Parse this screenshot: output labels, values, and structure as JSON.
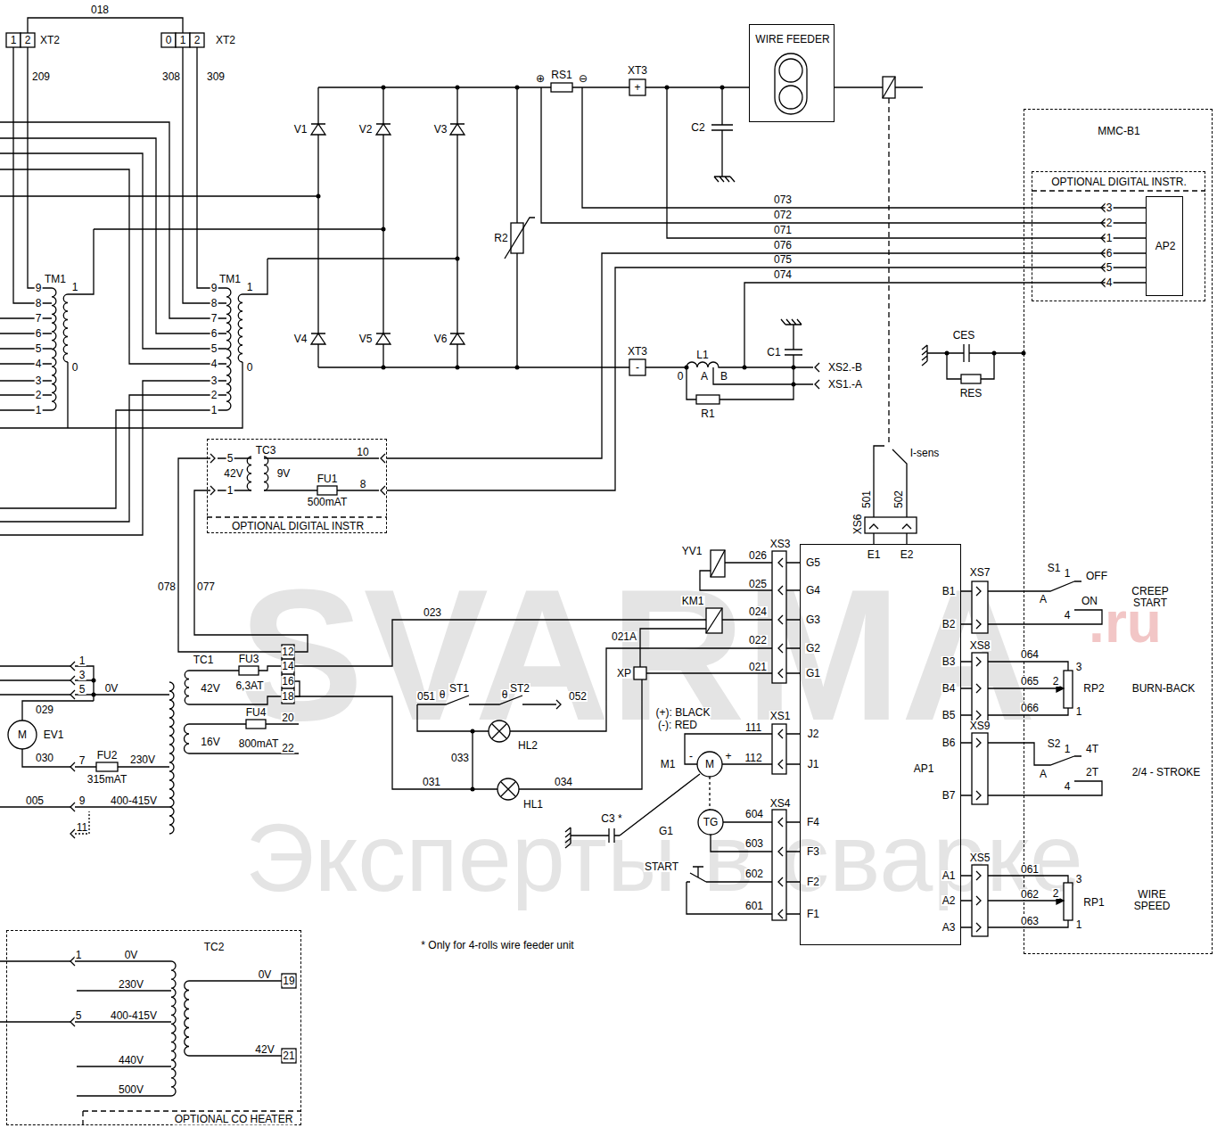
{
  "diagram": {
    "nodes": [
      {
        "text": [
          "WIRE FEEDER"
        ]
      },
      {
        "text": [
          "MMC-B1"
        ]
      },
      {
        "text": [
          "OPTIONAL DIGITAL INSTR."
        ],
        "in": 1
      },
      {
        "text": [
          "AP2"
        ],
        "in": 2
      },
      {
        "text": [
          "OPTIONAL DIGITAL INSTR"
        ]
      },
      {
        "text": [
          "AP1"
        ]
      },
      {
        "text": [
          "OPTIONAL CO HEATER"
        ]
      }
    ],
    "edges": [
      {
        "from": 4,
        "to": 3,
        "label": "076",
        "arrow": "none"
      },
      {
        "from": 4,
        "to": 3,
        "label": "075",
        "arrow": "none"
      }
    ],
    "labels": [
      "018",
      "1",
      "2",
      "XT2",
      "0",
      "1",
      "2",
      "XT2",
      "209",
      "308",
      "309",
      "TM1",
      "TM1",
      "9",
      "8",
      "7",
      "6",
      "5",
      "4",
      "3",
      "2",
      "1",
      "1",
      "0",
      "9",
      "8",
      "7",
      "6",
      "5",
      "4",
      "3",
      "2",
      "1",
      "1",
      "0",
      "V1",
      "V2",
      "V3",
      "V4",
      "V5",
      "V6",
      "R2",
      "⊕",
      "RS1",
      "⊖",
      "XT3",
      "+",
      "C2",
      "XT3",
      "-",
      "L1",
      "0",
      "A",
      "B",
      "R1",
      "C1",
      "XS2.-B",
      "XS1.-A",
      "CES",
      "RES",
      "073",
      "072",
      "071",
      "074",
      "3",
      "2",
      "1",
      "6",
      "5",
      "4",
      "TC3",
      "5",
      "42V",
      "1",
      "9V",
      "FU1",
      "500mAT",
      "10",
      "8",
      "I-sens",
      "501",
      "502",
      "XS6",
      "E1",
      "E2",
      "YV1",
      "XS3",
      "026",
      "025",
      "024",
      "022",
      "021",
      "G5",
      "G4",
      "G3",
      "G2",
      "G1",
      "KM1",
      "023",
      "021A",
      "XP",
      "078",
      "077",
      "TC1",
      "FU3",
      "42V",
      "6,3AT",
      "12",
      "14",
      "16",
      "18",
      "FU4",
      "20",
      "16V",
      "800mAT",
      "22",
      "1",
      "3",
      "0V",
      "5",
      "029",
      "M",
      "EV1",
      "030",
      "FU2",
      "7",
      "230V",
      "315mAT",
      "005",
      "9",
      "400-415V",
      "11",
      "051",
      "θ",
      "ST1",
      "θ",
      "ST2",
      "052",
      "HL2",
      "033",
      "031",
      "034",
      "HL1",
      "(+): BLACK",
      "(-): RED",
      "M1",
      "M",
      "-",
      "+",
      "XS1",
      "111",
      "112",
      "J2",
      "J1",
      "TG",
      "G1",
      "C3 *",
      "START",
      "XS4",
      "604",
      "603",
      "602",
      "601",
      "F4",
      "F3",
      "F2",
      "F1",
      "XS7",
      "B1",
      "B2",
      "XS8",
      "B3",
      "064",
      "B4",
      "065",
      "B5",
      "066",
      "XS9",
      "B6",
      "B7",
      "XS5",
      "A1",
      "061",
      "A2",
      "062",
      "A3",
      "063",
      "S1",
      "1",
      "OFF",
      "A",
      "4",
      "ON",
      "CREEP START",
      "3",
      "2",
      "1",
      "RP2",
      "BURN-BACK",
      "S2",
      "4T",
      "1",
      "A",
      "2T",
      "4",
      "2/4 - STROKE",
      "3",
      "2",
      "1",
      "RP1",
      "WIRE SPEED",
      "* Only for 4-rolls wire feeder unit",
      "1",
      "0V",
      "TC2",
      "0V",
      "19",
      "230V",
      "5",
      "400-415V",
      "42V",
      "21",
      "440V",
      "500V",
      "SVARMA",
      ".ru",
      "Эксперты в сварке"
    ]
  }
}
